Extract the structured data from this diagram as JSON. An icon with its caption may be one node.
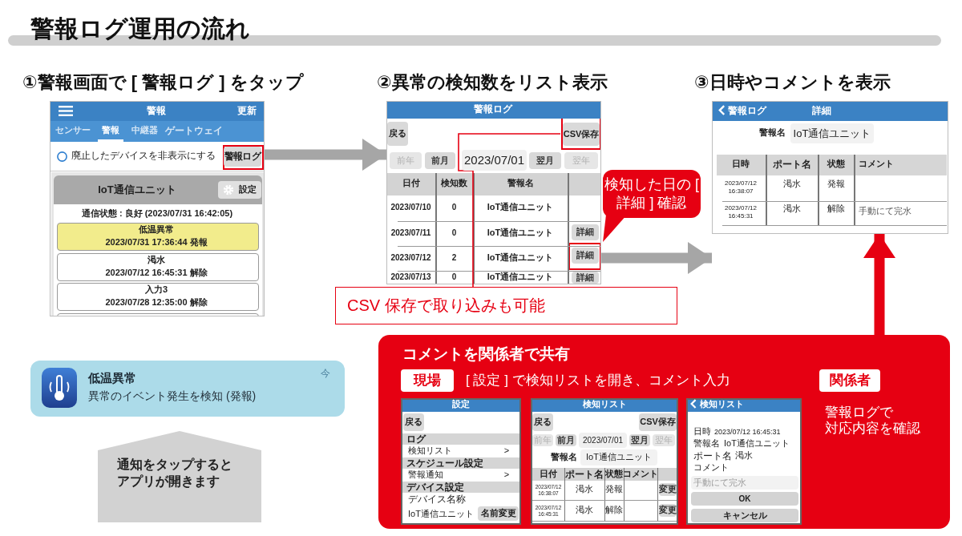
{
  "diagram": {
    "title": "警報ログ運用の流れ",
    "nodes": [
      {
        "text": [],
        "shape": "picture",
        "beside": [
          "①警報画面で [ 警報ログ ] をタップ"
        ]
      },
      {
        "text": [],
        "shape": "box",
        "in": 0
      },
      {
        "text": [],
        "shape": "picture",
        "beside": [
          "②異常の検知数をリスト表示"
        ]
      },
      {
        "text": [],
        "shape": "box",
        "in": 2
      },
      {
        "text": [],
        "shape": "box",
        "in": 2
      },
      {
        "text": [
          "検知した日の [ 詳細 ] 確認"
        ]
      },
      {
        "text": [],
        "shape": "picture",
        "beside": [
          "③日時やコメントを表示"
        ]
      },
      {
        "text": [
          "CSV 保存で取り込みも可能"
        ]
      },
      {
        "text": [
          "低温異常",
          "異常のイベント発生を検知 (発報)"
        ]
      },
      {
        "text": [
          "通知をタップするとアプリが開きます"
        ]
      },
      {
        "text": [
          "コメントを関係者で共有"
        ]
      }
    ],
    "edges": [
      {
        "from": 0,
        "to": 2,
        "arrow": "to",
        "color": "#a6a6a6"
      },
      {
        "from": 2,
        "to": 6,
        "arrow": "to",
        "color": "#a6a6a6"
      },
      {
        "from": 3,
        "to": 7,
        "arrow": "none",
        "color": "#e60012"
      },
      {
        "from": 10,
        "to": 6,
        "arrow": "to",
        "color": "#e60012"
      }
    ],
    "labels": [
      "警報",
      "更新",
      "センサー",
      "警報",
      "中継器",
      "ゲートウェイ",
      "廃止したデバイスを非表示にする",
      "警報ログ",
      "IoT通信ユニット",
      "設定",
      "通信状態 : 良好 (2023/07/31 16:42:05)",
      "低温異常",
      "2023/07/31 17:36:44 発報",
      "渇水",
      "2023/07/12 16:45:31 解除",
      "入力3",
      "2023/07/28 12:35:00 解除",
      "警報ログ",
      "戻る",
      "CSV保存",
      "前年",
      "前月",
      "2023/07/01",
      "翌月",
      "翌年",
      "日付",
      "検知数",
      "警報名",
      "2023/07/10",
      "0",
      "IoT通信ユニット",
      "2023/07/11",
      "0",
      "IoT通信ユニット",
      "詳細",
      "2023/07/12",
      "2",
      "IoT通信ユニット",
      "詳細",
      "2023/07/13",
      "0",
      "IoT通信ユニット",
      "詳細",
      "警報ログ",
      "詳細",
      "警報名",
      "IoT通信ユニット",
      "日時",
      "ポート名",
      "状態",
      "コメント",
      "2023/07/12 16:38:07",
      "渇水",
      "発報",
      "2023/07/12 16:45:31",
      "渇水",
      "解除",
      "手動にて完水",
      "今",
      "現場",
      "[ 設定 ] で検知リストを開き、コメント入力",
      "関係者",
      "警報ログで対応内容を確認",
      "設定",
      "戻る",
      "ログ",
      "検知リスト",
      ">",
      "スケジュール設定",
      "警報通知",
      ">",
      "デバイス設定",
      "デバイス名称",
      "IoT通信ユニット",
      "名前変更",
      "検知リスト",
      "戻る",
      "CSV保存",
      "前年",
      "前月",
      "2023/07/01",
      "翌月",
      "翌年",
      "警報名",
      "IoT通信ユニット",
      "日付",
      "ポート名",
      "状態",
      "コメント",
      "2023/07/12 16:38:07",
      "渇水",
      "発報",
      "変更",
      "2023/07/12 16:45:31",
      "渇水",
      "解除",
      "変更",
      "検知リスト",
      "日時",
      "2023/07/12 16:45:31",
      "警報名",
      "IoT通信ユニット",
      "ポート名",
      "渇水",
      "コメント",
      "手動にて完水",
      "OK",
      "キャンセル"
    ]
  }
}
